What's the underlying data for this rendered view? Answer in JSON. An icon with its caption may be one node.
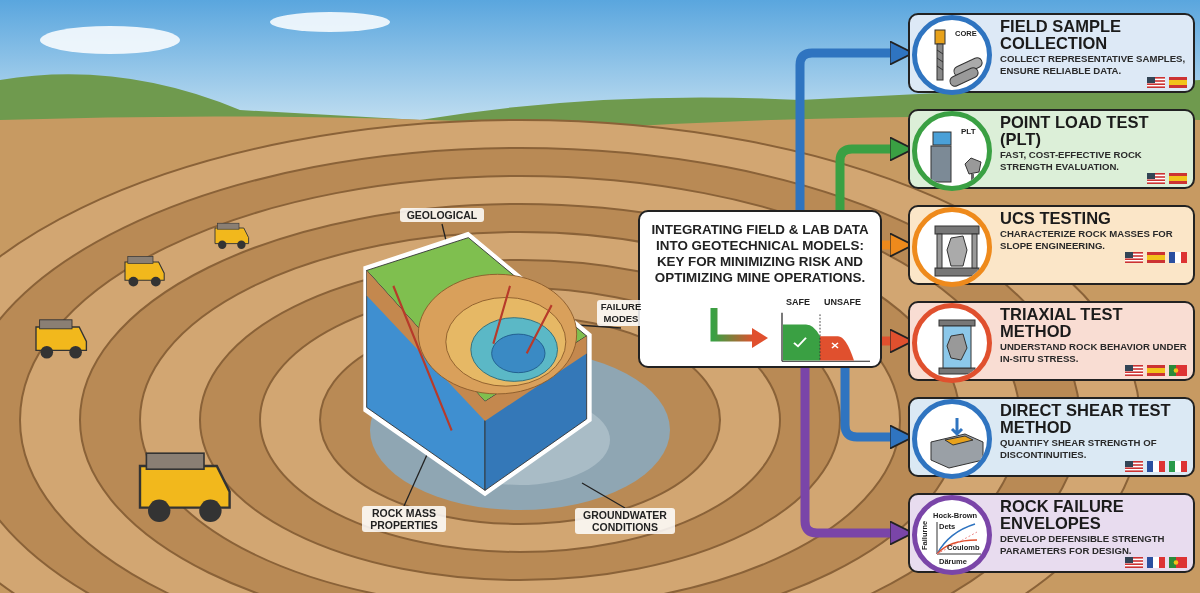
{
  "diagram": {
    "nodes": [
      {
        "text": [
          "INTEGRATING FIELD & LAB DATA INTO GEOTECHNICAL MODELS: KEY FOR MINIMIZING RISK AND OPTIMIZING MINE OPERATIONS."
        ]
      },
      {
        "text": [
          "FIELD SAMPLE COLLECTION",
          "COLLECT REPRESENTATIVE SAMPLES, ENSURE RELIABLE DATA."
        ]
      },
      {
        "text": [
          "POINT LOAD TEST (PLT)",
          "FAST, COST-EFFECTIVE ROCK STRENGTH EVALUATION."
        ]
      },
      {
        "text": [
          "UCS TESTING",
          "CHARACTERIZE ROCK MASSES FOR SLOPE ENGINEERING."
        ]
      },
      {
        "text": [
          "TRIAXIAL TEST METHOD",
          "UNDERSTAND ROCK BEHAVIOR UNDER IN-SITU STRESS."
        ]
      },
      {
        "text": [
          "DIRECT SHEAR TEST METHOD",
          "QUANTIFY SHEAR STRENGTH OF DISCONTINUITIES."
        ]
      },
      {
        "text": [
          "ROCK FAILURE ENVELOPES",
          "DEVELOP DEFENSIBLE STRENGTH PARAMETERS FOR DESIGN."
        ]
      },
      {
        "text": [],
        "shape": "picture"
      },
      {
        "text": [
          "GEOLOGICAL"
        ]
      },
      {
        "text": [
          "FAILURE MODES"
        ]
      },
      {
        "text": [
          "ROCK MASS PROPERTIES"
        ]
      },
      {
        "text": [
          "GROUNDWATER CONDITIONS"
        ]
      }
    ],
    "edges": [
      {
        "from": 0,
        "to": 1,
        "arrow": "to",
        "color": "#2f74c0"
      },
      {
        "from": 0,
        "to": 2,
        "arrow": "to",
        "color": "#3aa043"
      },
      {
        "from": 0,
        "to": 3,
        "arrow": "to",
        "color": "#ee8a1c"
      },
      {
        "from": 0,
        "to": 4,
        "arrow": "to",
        "color": "#e0502e"
      },
      {
        "from": 0,
        "to": 5,
        "arrow": "to",
        "color": "#2f74c0"
      },
      {
        "from": 0,
        "to": 6,
        "arrow": "to",
        "color": "#7a45a8"
      },
      {
        "from": 8,
        "to": 7,
        "arrow": "none",
        "color": "#222222"
      },
      {
        "from": 9,
        "to": 7,
        "arrow": "none",
        "color": "#222222"
      },
      {
        "from": 10,
        "to": 7,
        "arrow": "none",
        "color": "#222222"
      },
      {
        "from": 11,
        "to": 7,
        "arrow": "none",
        "color": "#222222"
      }
    ],
    "labels": [
      "CORE",
      "PLT",
      "SAFE",
      "UNSAFE",
      "Hock-Brown",
      "Dets",
      "Coulomb",
      "Failurne",
      "Därume"
    ]
  }
}
